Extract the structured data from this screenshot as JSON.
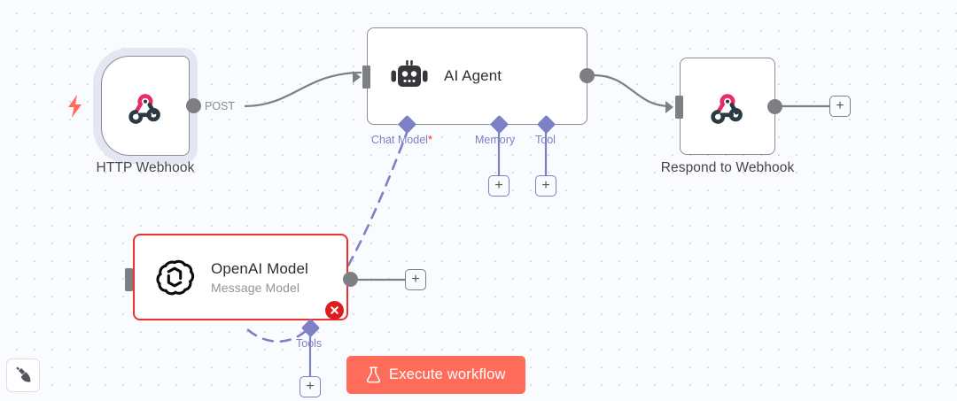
{
  "canvas": {
    "background_color": "#fafbfe",
    "dot_color": "#d9dce6"
  },
  "nodes": [
    {
      "id": "http-webhook",
      "label": "HTTP Webhook",
      "icon": "webhook-icon",
      "type": "trigger",
      "selected": true,
      "output_label": "POST"
    },
    {
      "id": "ai-agent",
      "label": "",
      "title": "AI Agent",
      "icon": "robot-icon",
      "type": "agent",
      "sub_ports": [
        {
          "label": "Chat Model",
          "required": true,
          "has_plus": false
        },
        {
          "label": "Memory",
          "required": false,
          "has_plus": true
        },
        {
          "label": "Tool",
          "required": false,
          "has_plus": true
        }
      ]
    },
    {
      "id": "respond-to-webhook",
      "label": "Respond to Webhook",
      "icon": "webhook-icon",
      "type": "action"
    },
    {
      "id": "openai-model",
      "title": "OpenAI Model",
      "subtitle": "Message Model",
      "icon": "openai-icon",
      "type": "sub-node",
      "error": true,
      "error_badge": "error-x-icon",
      "sub_ports": [
        {
          "label": "Tools",
          "required": false,
          "has_plus": true
        }
      ]
    }
  ],
  "labels": {
    "post": "POST",
    "chat_model": "Chat Model",
    "chat_model_required": "*",
    "memory": "Memory",
    "tool": "Tool",
    "tools": "Tools",
    "plus": "+"
  },
  "buttons": {
    "execute": {
      "label": "Execute workflow",
      "icon": "flask-icon",
      "color": "#ff6d5a"
    },
    "tidy_up": {
      "icon": "broom-icon",
      "label": ""
    }
  },
  "colors": {
    "accent_orange": "#ff6d5a",
    "sub_connector_purple": "#7b81c4",
    "error_red": "#e01b1b",
    "node_border": "#8b8d91",
    "port_gray": "#7d7f85",
    "webhook_pink": "#ea2b6b",
    "webhook_dark": "#2b3a43"
  }
}
